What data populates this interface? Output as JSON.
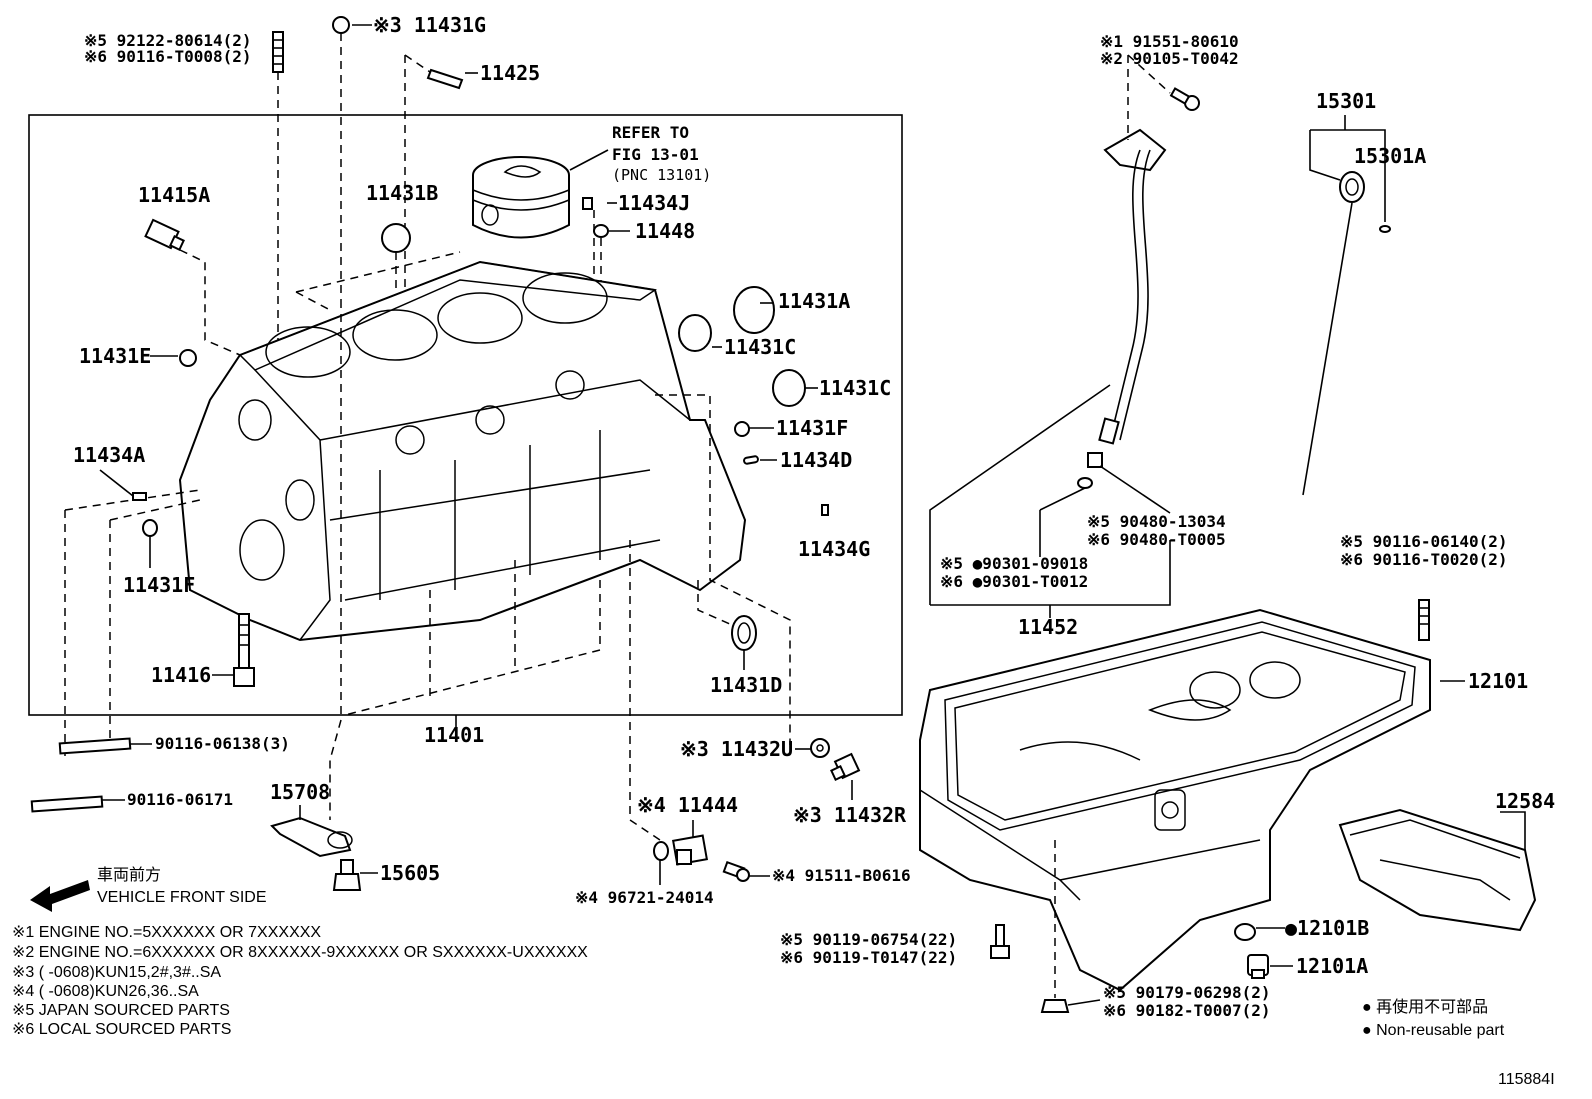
{
  "parts": {
    "p_92122": "※5 92122-80614(2)",
    "p_90116_t0008": "※6 90116-T0008(2)",
    "p_11431G": "※3 11431G",
    "p_11425": "11425",
    "p_refer1": "REFER TO",
    "p_refer2": "FIG 13-01",
    "p_refer3": "(PNC 13101)",
    "p_11415A": "11415A",
    "p_11431B": "11431B",
    "p_11434J": "11434J",
    "p_11448": "11448",
    "p_11431A": "11431A",
    "p_11431C_1": "11431C",
    "p_11431C_2": "11431C",
    "p_11431E": "11431E",
    "p_11431F_r": "11431F",
    "p_11434D": "11434D",
    "p_11434A": "11434A",
    "p_11434G": "11434G",
    "p_11431F_l": "11431F",
    "p_11416": "11416",
    "p_11431D": "11431D",
    "p_11401": "11401",
    "p_90116_06138": "90116-06138(3)",
    "p_90116_06171": "90116-06171",
    "p_15708": "15708",
    "p_15605": "15605",
    "p_11432U": "※3 11432U",
    "p_11432R": "※3 11432R",
    "p_11444": "※4 11444",
    "p_96721": "※4 96721-24014",
    "p_91511": "※4 91511-B0616",
    "p_91551": "※1 91551-80610",
    "p_90105": "※2 90105-T0042",
    "p_15301": "15301",
    "p_15301A": "15301A",
    "p_90480_13034": "※5 90480-13034",
    "p_90480_t0005": "※6 90480-T0005",
    "p_90301_09018": "※5 ●90301-09018",
    "p_90301_t0012": "※6 ●90301-T0012",
    "p_11452": "11452",
    "p_90116_06140": "※5 90116-06140(2)",
    "p_90116_t0020": "※6 90116-T0020(2)",
    "p_12101": "12101",
    "p_12584": "12584",
    "p_90119_06754": "※5 90119-06754(22)",
    "p_90119_t0147": "※6 90119-T0147(22)",
    "p_12101B": "●12101B",
    "p_12101A": "12101A",
    "p_90179": "※5 90179-06298(2)",
    "p_90182": "※6 90182-T0007(2)"
  },
  "direction": {
    "jp": "車両前方",
    "en": "VEHICLE FRONT SIDE"
  },
  "notes": [
    "※1 ENGINE NO.=5XXXXXX OR 7XXXXXX",
    "※2 ENGINE NO.=6XXXXXX OR 8XXXXXX-9XXXXXX OR SXXXXXX-UXXXXXX",
    "※3 (      -0608)KUN15,2#,3#..SA",
    "※4 (      -0608)KUN26,36..SA",
    "※5 JAPAN SOURCED PARTS",
    "※6 LOCAL SOURCED PARTS"
  ],
  "legend": {
    "jp": "● 再使用不可部品",
    "en": "● Non-reusable part"
  },
  "figure_id": "115884I"
}
